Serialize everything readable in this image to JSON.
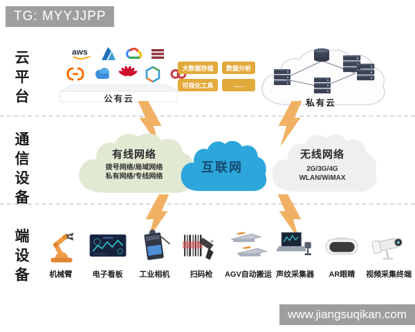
{
  "watermarks": {
    "top": "TG: MYYJJPP",
    "bottom": "www.jiangsuqikan.com"
  },
  "layers": {
    "cloud_platform": {
      "label": "云平台",
      "public_cloud": {
        "label": "公有云",
        "logos": [
          "aws",
          "azure",
          "google-cloud",
          "stripes",
          "alibaba-cloud",
          "tencent-cloud",
          "huawei",
          "hexagon-cloud",
          "infinity-cloud"
        ]
      },
      "service_tags": [
        "大数据存储",
        "数据分析",
        "可视化工具",
        "......"
      ],
      "private_cloud": {
        "label": "私有云"
      }
    },
    "communication": {
      "label": "通信设备",
      "wired_network": {
        "title": "有线网络",
        "line1": "拨号网络/局域网络",
        "line2": "私有网络/专线网络"
      },
      "internet": {
        "title": "互联网"
      },
      "wireless_network": {
        "title": "无线网络",
        "line1": "2G/3G/4G",
        "line2": "WLAN/WiMAX"
      }
    },
    "end_devices": {
      "label": "端设备",
      "items": [
        {
          "icon": "robot-arm-icon",
          "label": "机械臂"
        },
        {
          "icon": "electronic-dashboard-icon",
          "label": "电子看板"
        },
        {
          "icon": "industrial-camera-icon",
          "label": "工业相机"
        },
        {
          "icon": "barcode-scanner-icon",
          "label": "扫码枪"
        },
        {
          "icon": "agv-icon",
          "label": "AGV自动搬运"
        },
        {
          "icon": "voiceprint-collector-icon",
          "label": "声纹采集器"
        },
        {
          "icon": "ar-glasses-icon",
          "label": "AR眼睛"
        },
        {
          "icon": "video-terminal-icon",
          "label": "视频采集终端"
        }
      ]
    }
  },
  "colors": {
    "tag_yellow": "#E2A93B",
    "internet_blue": "#2CA6DB",
    "wired_green": "#E2E9D2",
    "wireless_gray": "#EFEFEF",
    "bolt_orange": "#F1B164",
    "watermark_gray": "#9E9E9E"
  }
}
